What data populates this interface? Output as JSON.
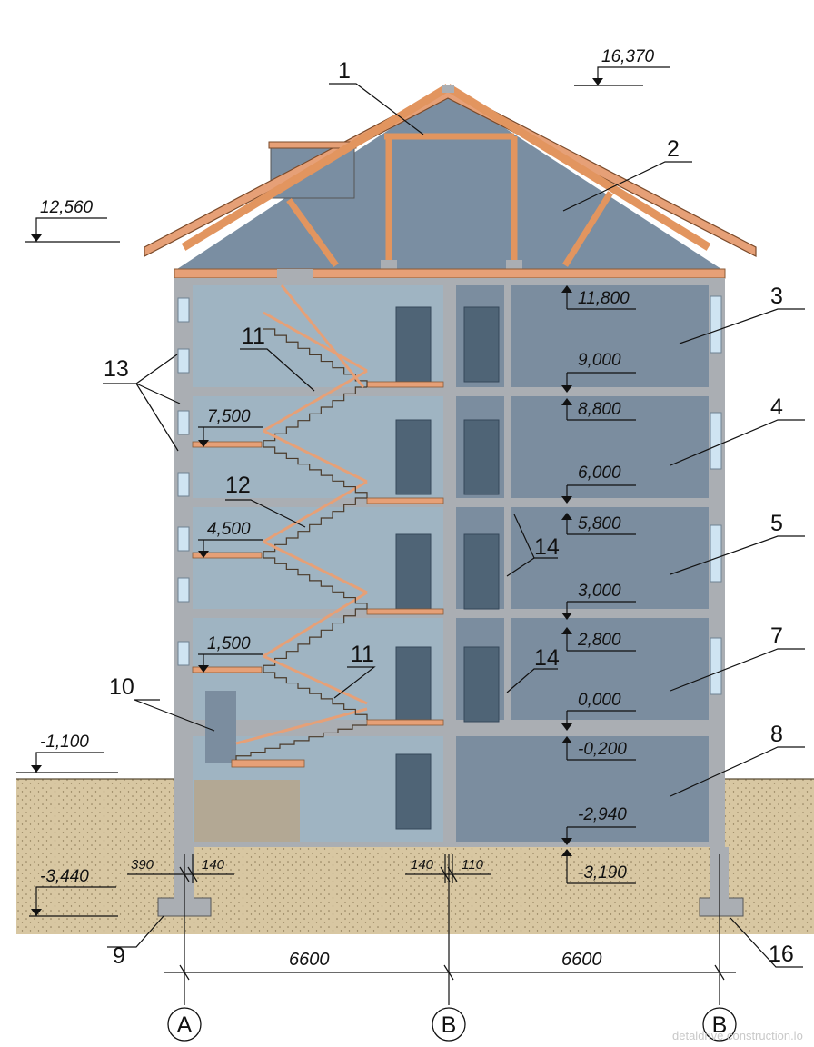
{
  "elevations": {
    "ridge": "16,370",
    "eaves": "12,560",
    "f4_ceiling": "11,800",
    "f4_floor": "9,000",
    "f3_ceiling": "8,800",
    "f3_floor": "6,000",
    "f2_ceiling": "5,800",
    "f2_floor": "3,000",
    "f1_ceiling": "2,800",
    "f1_floor": "0,000",
    "base_ceiling": "-0,200",
    "base_floor": "-2,940",
    "base_slab": "-3,190",
    "ground": "-1,100",
    "footing": "-3,440",
    "landing_3": "7,500",
    "landing_2": "4,500",
    "landing_1": "1,500"
  },
  "dimensions": {
    "wall_outer": "390",
    "wall_inner": "140",
    "mid_left": "140",
    "mid_right": "110",
    "span_1": "6600",
    "span_2": "6600"
  },
  "callouts": {
    "c1": "1",
    "c2": "2",
    "c3": "3",
    "c4": "4",
    "c5": "5",
    "c7": "7",
    "c8": "8",
    "c9": "9",
    "c10": "10",
    "c11_top": "11",
    "c11_bottom": "11",
    "c12": "12",
    "c13": "13",
    "c14_top": "14",
    "c14_bottom": "14",
    "c16": "16"
  },
  "axes": {
    "left": "A",
    "middle": "B",
    "right": "B"
  },
  "watermark": "detaldrive construction.lo",
  "colors": {
    "wall": "#aaaeb3",
    "interior": "#7b8d9f",
    "stair_room": "#9fb4c2",
    "roof_space": "#7a8ea2",
    "timber": "#e6a077",
    "soil": "#d6c49e",
    "door": "#4f6476",
    "window": "#cfe4f2"
  }
}
